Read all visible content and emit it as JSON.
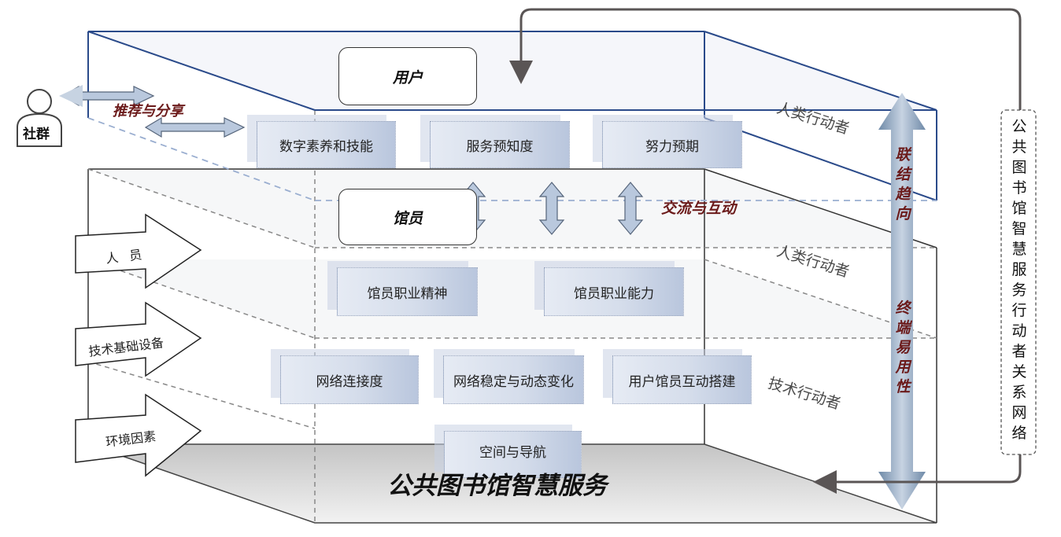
{
  "title": "公共图书馆智慧服务",
  "community": "社群",
  "recommend_share": "推荐与分享",
  "exchange_interaction": "交流与互动",
  "roles": {
    "user": "用户",
    "librarian": "馆员"
  },
  "layers": {
    "human_actor_top": "人类行动者",
    "human_actor_mid": "人类行动者",
    "tech_actor": "技术行动者"
  },
  "user_attributes": [
    "数字素养和技能",
    "服务预知度",
    "努力预期"
  ],
  "librarian_attributes": [
    "馆员职业精神",
    "馆员职业能力"
  ],
  "tech_attributes": [
    "网络连接度",
    "网络稳定与动态变化",
    "用户馆员互动搭建",
    "空间与导航"
  ],
  "factors": [
    "人员",
    "技术基础设备",
    "环境因素"
  ],
  "vertical_labels": {
    "upper": "联结趋向",
    "lower": "终端易用性"
  },
  "side_label": "公共图书馆智慧服务行动者关系网络",
  "colors": {
    "frame_blue": "#2a4a8a",
    "accent_text": "#6b1a1a",
    "arrow_gray": "#5a5555"
  }
}
